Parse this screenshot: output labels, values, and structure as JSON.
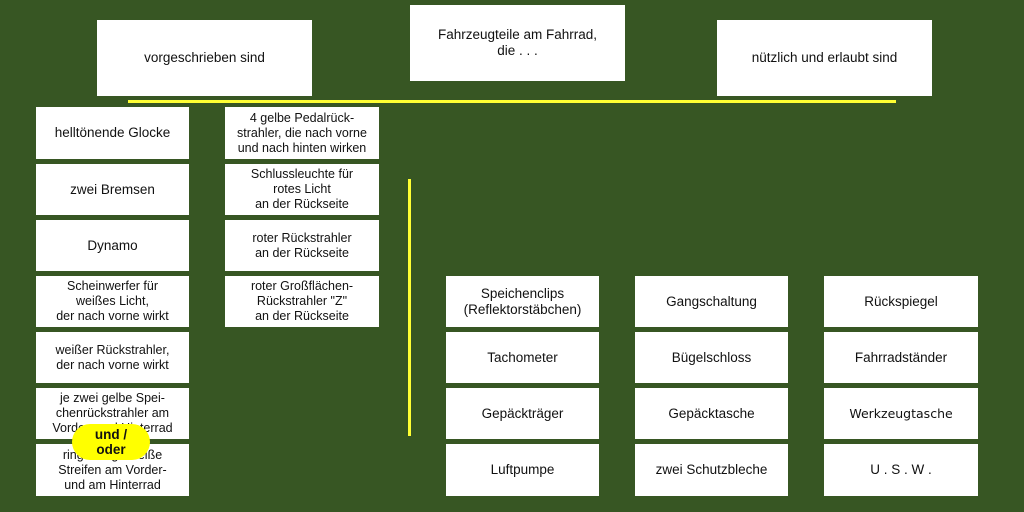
{
  "headers": {
    "center": "Fahrzeugteile am Fahrrad,\ndie  . . .",
    "left": "vorgeschrieben sind",
    "right": "nützlich und erlaubt sind"
  },
  "required_col1": [
    "helltönende Glocke",
    "zwei Bremsen",
    "Dynamo",
    "Scheinwerfer für\nweißes Licht,\nder nach vorne wirkt",
    "weißer Rückstrahler,\nder nach vorne wirkt",
    "je zwei gelbe Spei-\nchenrückstrahler am\nVorder- und Hinterrad",
    "ringförmige weiße\nStreifen am Vorder-\nund am Hinterrad"
  ],
  "required_col2": [
    "4 gelbe Pedalrück-\nstrahler, die nach vorne\nund nach hinten wirken",
    "Schlussleuchte für\nrotes Licht\nan der Rückseite",
    "roter Rückstrahler\nan der Rückseite",
    "roter Großflächen-\nRückstrahler \"Z\"\nan der Rückseite"
  ],
  "optional_col1": [
    "Speichenclips\n(Reflektorstäbchen)",
    "Tachometer",
    "Gepäckträger",
    "Luftpumpe"
  ],
  "optional_col2": [
    "Gangschaltung",
    "Bügelschloss",
    "Gepäcktasche",
    "zwei Schutzbleche"
  ],
  "optional_col3": [
    "Rückspiegel",
    "Fahrradständer",
    "Werkzeugtasche",
    "U . S . W ."
  ],
  "badge": "und /\noder",
  "colors": {
    "background": "#375623",
    "box": "#ffffff",
    "line": "#ffff33",
    "badge": "#ffff00"
  }
}
